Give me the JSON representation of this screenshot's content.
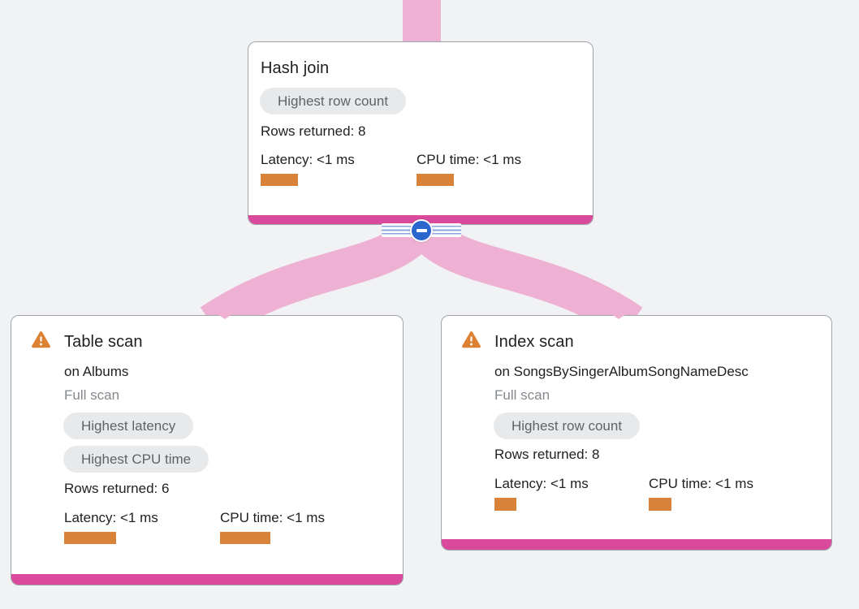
{
  "app": "query-execution-plan-visualizer",
  "colors": {
    "background": "#f0f2f4",
    "card_border": "#9fa4aa",
    "node_accent_bar": "#d94a9c",
    "edge_pink": "#eeb1d3",
    "metric_bar_orange": "#d8823a",
    "warning_orange": "#dd8234",
    "badge_background": "#e8e9eb",
    "badge_text": "#5f6368",
    "muted_text": "#83888e",
    "text": "#202124",
    "collapse_button_blue": "#2b66cc",
    "collapse_stripe_blue": "#8ba6e2"
  },
  "nodes": [
    {
      "id": "hash-join",
      "title": "Hash join",
      "badges": [
        "Highest row count"
      ],
      "rows_returned": "Rows returned: 8",
      "latency": {
        "label": "Latency: <1 ms",
        "bar": "46px"
      },
      "cpu": {
        "label": "CPU time: <1 ms",
        "bar": "46px"
      },
      "has_warning": false
    },
    {
      "id": "table-scan",
      "title": "Table scan",
      "subtitle": "on Albums",
      "scan_note": "Full scan",
      "badges": [
        "Highest latency",
        "Highest CPU time"
      ],
      "rows_returned": "Rows returned: 6",
      "latency": {
        "label": "Latency: <1 ms",
        "bar": "64px"
      },
      "cpu": {
        "label": "CPU time: <1 ms",
        "bar": "62px"
      },
      "has_warning": true
    },
    {
      "id": "index-scan",
      "title": "Index scan",
      "subtitle": "on SongsBySingerAlbumSongNameDesc",
      "scan_note": "Full scan",
      "badges": [
        "Highest row count"
      ],
      "rows_returned": "Rows returned: 8",
      "latency": {
        "label": "Latency: <1 ms",
        "bar": "27px"
      },
      "cpu": {
        "label": "CPU time: <1 ms",
        "bar": "28px"
      },
      "has_warning": true
    }
  ],
  "edges": [
    {
      "from": "parent",
      "to": "hash-join"
    },
    {
      "from": "hash-join",
      "to": "table-scan"
    },
    {
      "from": "hash-join",
      "to": "index-scan"
    }
  ],
  "collapse_control": {
    "state": "expanded",
    "icon": "minus-icon"
  }
}
